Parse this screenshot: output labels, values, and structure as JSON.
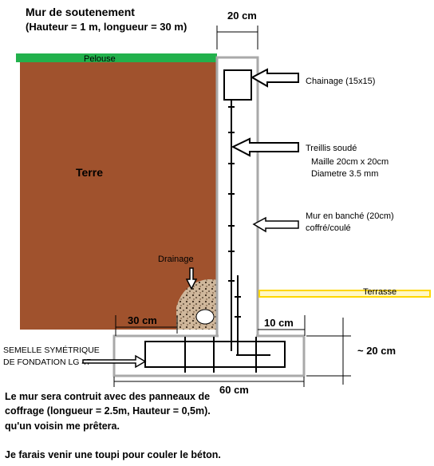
{
  "title_line1": "Mur de soutenement",
  "title_line2": "(Hauteur = 1 m, longueur = 30 m)",
  "dim_top": "20 cm",
  "pelouse": "Pelouse",
  "terre": "Terre",
  "chainage": "Chainage (15x15)",
  "treillis_title": "Treillis soudé",
  "treillis_maille": "Maille 20cm x 20cm",
  "treillis_diametre": "Diametre 3.5 mm",
  "mur_line1": "Mur en banché (20cm)",
  "mur_line2": "coffré/coulé",
  "drainage": "Drainage",
  "terrasse": "Terrasse",
  "dim_left_heel": "30 cm",
  "dim_right_toe": "10 cm",
  "dim_height": "~ 20 cm",
  "dim_width": "60 cm",
  "semelle_line1": "SEMELLE SYMÉTRIQUE",
  "semelle_line2": "DE FONDATION LG 47",
  "note_line1": "Le mur sera contruit avec des panneaux de",
  "note_line2": "coffrage (longueur = 2.5m, Hauteur = 0,5m).",
  "note_line3": "qu'un voisin me prêtera.",
  "note_line4": "Je farais venir une toupi pour couler le béton.",
  "colors": {
    "soil": "#A0522D",
    "grass": "#22B14C",
    "wall_outline": "#A9A9A9",
    "terrasse": "#FFD700",
    "rebar": "#000000"
  }
}
